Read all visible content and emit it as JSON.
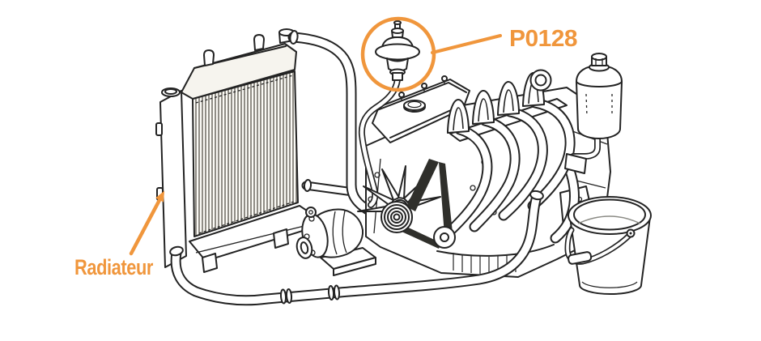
{
  "figure": {
    "background_color": "#ffffff",
    "line_color": "#232323",
    "accent_color": "#f0963c",
    "annotations": {
      "code_label": "P0128",
      "radiator_label": "Radiateur"
    },
    "components": [
      "thermostat",
      "radiator",
      "engine",
      "cooling-fan",
      "belt-and-pulleys",
      "water-pump",
      "upper-radiator-hose",
      "lower-radiator-hose",
      "coolant-reservoir",
      "bucket"
    ]
  }
}
